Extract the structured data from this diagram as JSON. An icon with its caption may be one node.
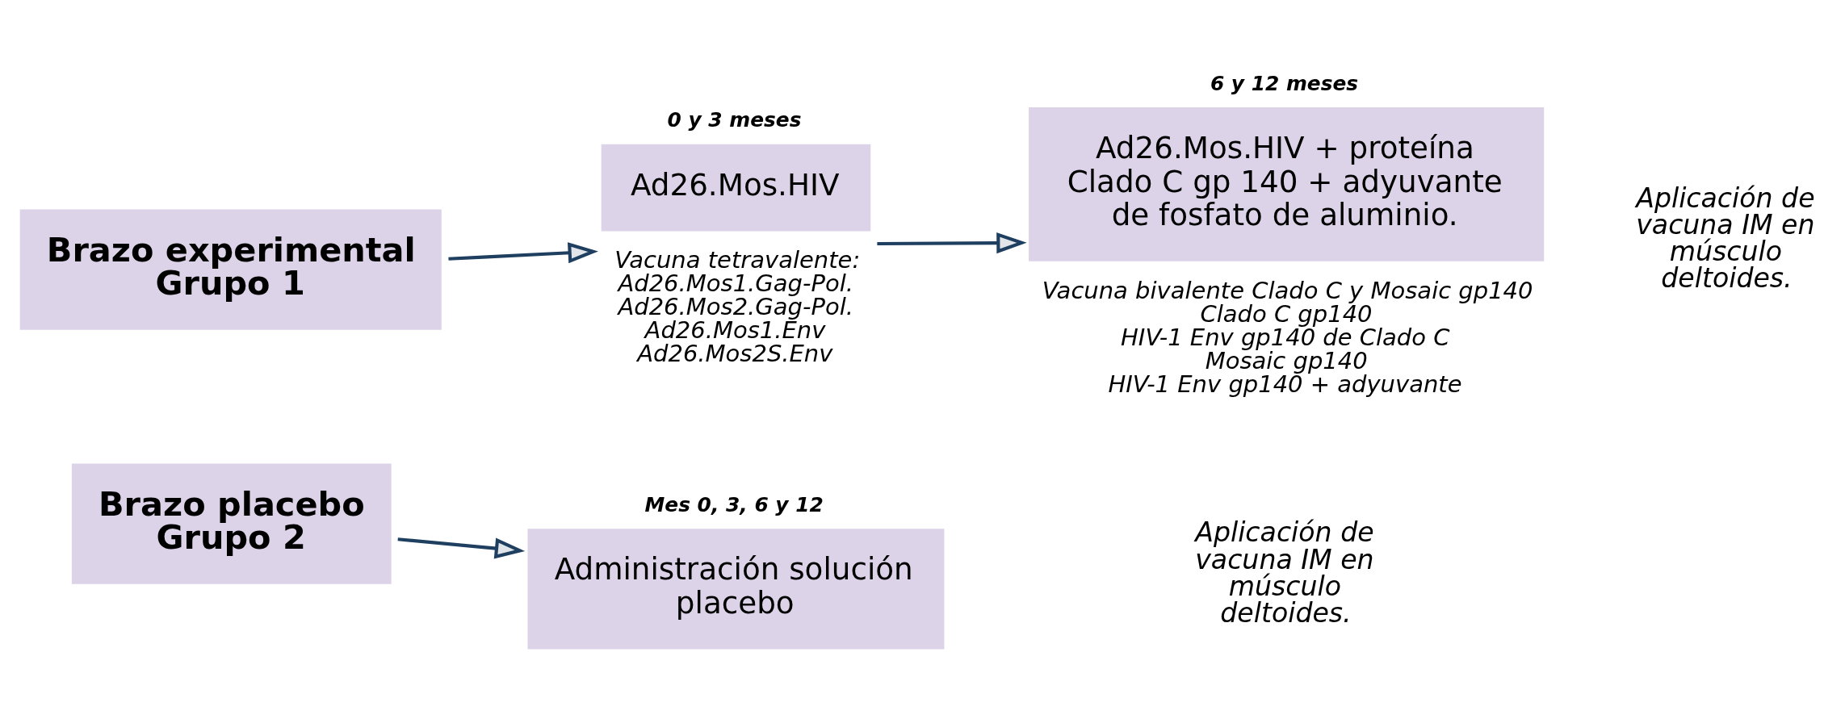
{
  "diagram": {
    "nodes": [
      {
        "text": [
          "Brazo experimental Grupo 1"
        ]
      },
      {
        "text": [
          "Ad26.Mos.HIV"
        ],
        "beside": [
          "0 y 3 meses",
          "Vacuna tetravalente:",
          "Ad26.Mos1.Gag-Pol.",
          "Ad26.Mos2.Gag-Pol.",
          "Ad26.Mos1.Env",
          "Ad26.Mos2S.Env"
        ]
      },
      {
        "text": [
          "Ad26.Mos.HIV + proteína Clado C gp 140 + adyuvante de fosfato de aluminio."
        ],
        "beside": [
          "6 y 12 meses",
          "Vacuna bivalente Clado C y Mosaic gp140",
          "Clado C gp140",
          "HIV-1 Env gp140 de Clado C",
          "Mosaic gp140",
          "HIV-1 Env gp140 + adyuvante"
        ]
      },
      {
        "text": [
          "Brazo placebo Grupo 2"
        ]
      },
      {
        "text": [
          "Administración solución placebo"
        ],
        "beside": [
          "Mes 0, 3, 6 y 12"
        ]
      }
    ],
    "edges": [
      {
        "from": 0,
        "to": 1,
        "arrow": "to"
      },
      {
        "from": 1,
        "to": 2,
        "arrow": "to"
      },
      {
        "from": 3,
        "to": 4,
        "arrow": "to"
      }
    ],
    "labels": [
      "Aplicación de vacuna IM en músculo deltoides.",
      "Aplicación de vacuna IM en músculo deltoides."
    ]
  }
}
